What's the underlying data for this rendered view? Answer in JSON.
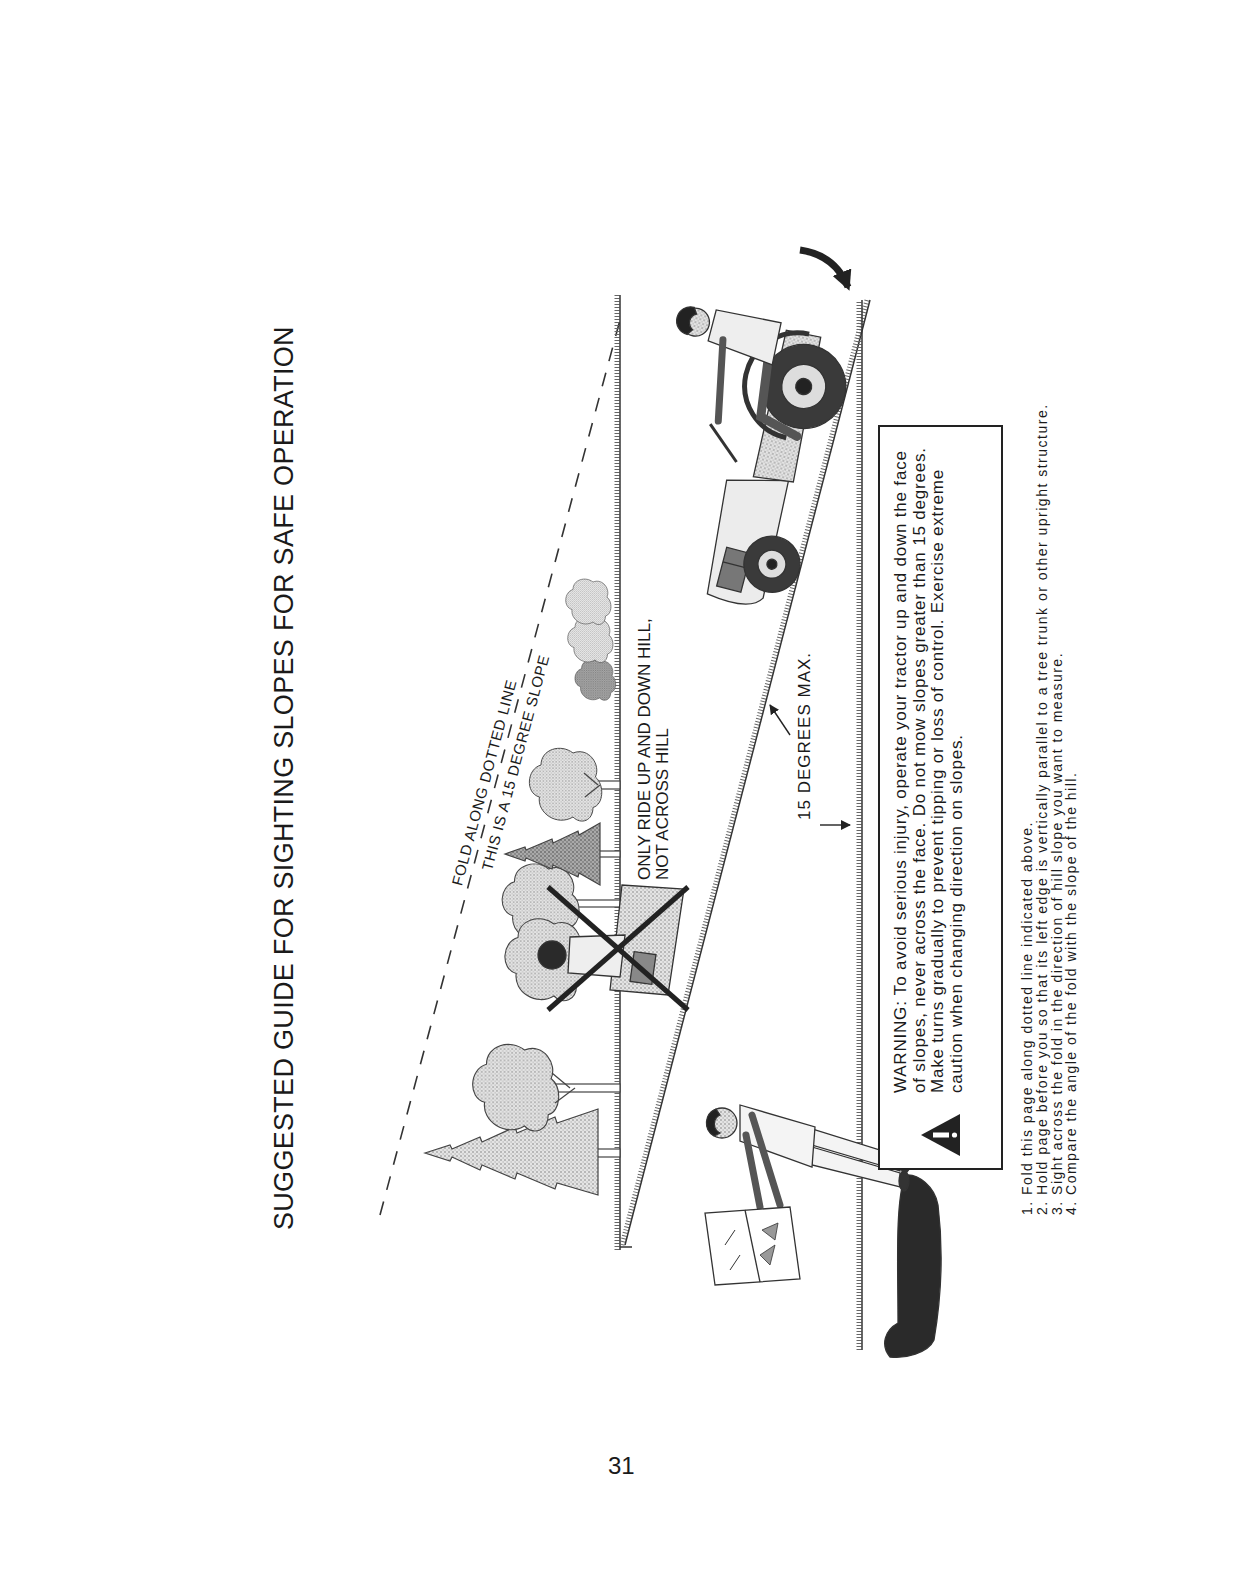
{
  "diagram": {
    "title": "SUGGESTED GUIDE FOR SIGHTING SLOPES FOR SAFE OPERATION",
    "nodes": [
      {
        "text": [
          "WARNING: To avoid serious injury, operate your tractor up and down the face of slopes, never across the face. Do not mow slopes greater than 15 degrees. Make turns gradually to prevent tipping or loss of control. Exercise extreme caution when changing direction on slopes."
        ]
      }
    ],
    "labels": [
      "FOLD ALONG DOTTED LINE",
      "THIS IS A 15 DEGREE SLOPE",
      "ONLY RIDE UP AND DOWN HILL, NOT ACROSS HILL",
      "15 DEGREES MAX.",
      "1. Fold this page along dotted line indicated above.",
      "2. Hold page before you so that its left edge is vertically parallel to a tree trunk or other upright structure.",
      "3. Sight across the fold in the direction of hill slope you want to measure.",
      "4. Compare the angle of the fold with the slope of the hill.",
      "31"
    ]
  }
}
